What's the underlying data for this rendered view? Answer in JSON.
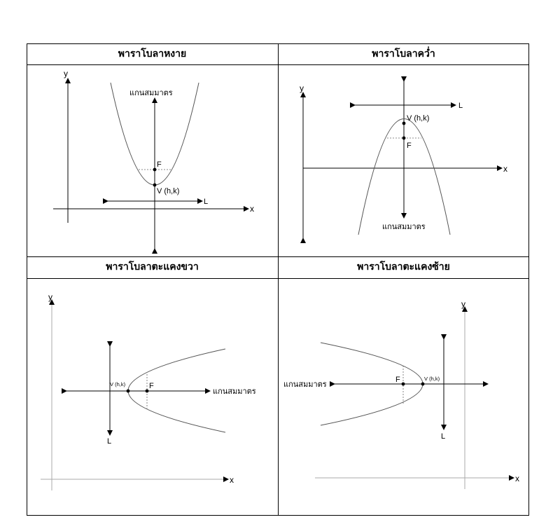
{
  "panels": {
    "up": {
      "title": "พาราโบลาหงาย",
      "axis_x": "x",
      "axis_y": "y",
      "symmetry": "แกนสมมาตร",
      "vertex": "V (h,k)",
      "focus": "F",
      "directrix": "L"
    },
    "down": {
      "title": "พาราโบลาคว่ำ",
      "axis_x": "x",
      "axis_y": "y",
      "symmetry": "แกนสมมาตร",
      "vertex": "V (h,k)",
      "focus": "F",
      "directrix": "L"
    },
    "right": {
      "title": "พาราโบลาตะแคงขวา",
      "axis_x": "x",
      "axis_y": "y",
      "symmetry": "แกนสมมาตร",
      "vertex": "V (h,k)",
      "focus": "F",
      "directrix": "L"
    },
    "left": {
      "title": "พาราโบลาตะแคงซ้าย",
      "axis_x": "x",
      "axis_y": "y",
      "symmetry": "แกนสมมาตร",
      "vertex": "V (h,k)",
      "focus": "F",
      "directrix": "L"
    }
  },
  "colors": {
    "curve": "#555555",
    "line": "#000000",
    "dashed": "#666666"
  }
}
